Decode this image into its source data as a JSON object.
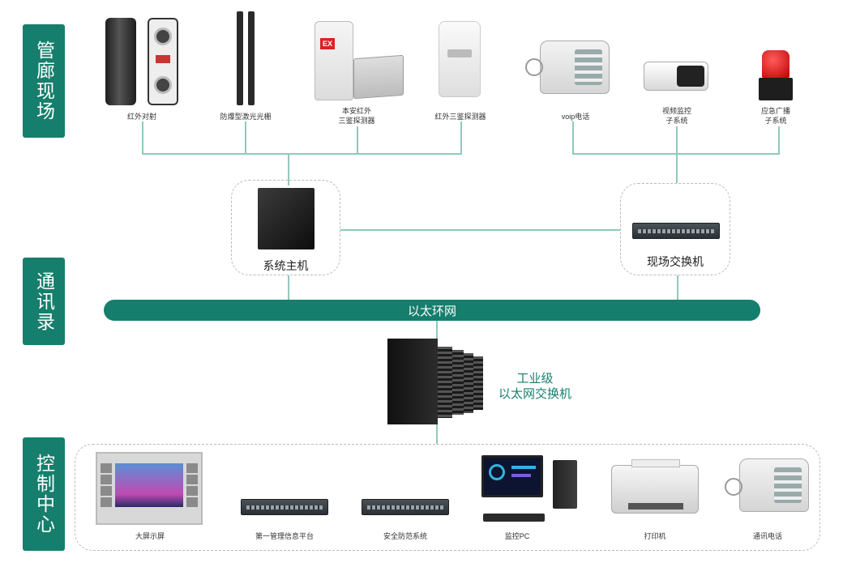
{
  "sections": {
    "field": "管廊现场",
    "comm": "通讯录",
    "control": "控制中心"
  },
  "field_devices": {
    "infrared_beam": "红外对射",
    "explosion_laser": "防爆型激光光栅",
    "intrinsic_ir": "本安红外\n三鉴探测器",
    "ir_triple": "红外三鉴探测器",
    "voip_phone": "voip电话",
    "video_monitor": "视频监控\n子系统",
    "emergency_broadcast": "应急广播\n子系统"
  },
  "nodes": {
    "system_host": "系统主机",
    "field_switch": "现场交换机",
    "ethernet_ring": "以太环网",
    "industrial_switch": "工业级\n以太网交换机"
  },
  "control_devices": {
    "big_screen": "大屏示屏",
    "mgmt_platform": "第一管理信息平台",
    "security_system": "安全防范系统",
    "monitor_pc": "监控PC",
    "printer": "打印机",
    "comm_phone": "通讯电话"
  },
  "exterior_badge": "EX",
  "colors": {
    "accent": "#167e6c",
    "line": "#8fc9bd",
    "dash": "#bcbcbc"
  }
}
